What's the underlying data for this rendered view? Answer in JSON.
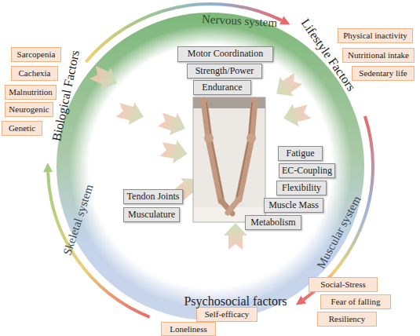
{
  "diagram": {
    "nodes": [
      {
        "text": [
          "Motor Coordination"
        ]
      },
      {
        "text": [
          "Strength/Power"
        ]
      },
      {
        "text": [
          "Endurance"
        ]
      },
      {
        "text": [
          "Physical inactivity"
        ]
      },
      {
        "text": [
          "Nutritional intake"
        ]
      },
      {
        "text": [
          "Sedentary life"
        ]
      },
      {
        "text": [
          "Sarcopenia"
        ]
      },
      {
        "text": [
          "Cachexia"
        ]
      },
      {
        "text": [
          "Malnutrition"
        ]
      },
      {
        "text": [
          "Neurogenic"
        ]
      },
      {
        "text": [
          "Genetic"
        ]
      },
      {
        "text": [
          "Fatigue"
        ]
      },
      {
        "text": [
          "EC-Coupling"
        ]
      },
      {
        "text": [
          "Flexibility"
        ]
      },
      {
        "text": [
          "Tendon Joints"
        ]
      },
      {
        "text": [
          "Muscle Mass"
        ]
      },
      {
        "text": [
          "Musculature"
        ]
      },
      {
        "text": [
          "Metabolism"
        ]
      },
      {
        "text": [
          "Social-Stress"
        ]
      },
      {
        "text": [
          "Fear of falling"
        ]
      },
      {
        "text": [
          "Self-efficacy"
        ]
      },
      {
        "text": [
          "Resiliency"
        ]
      },
      {
        "text": [
          "Loneliness"
        ]
      }
    ],
    "labels": [
      "Biological Factors",
      "Nervous system",
      "Lifestyle Factors",
      "Muscular system",
      "Psychosocial factors",
      "Skeletal system"
    ]
  }
}
